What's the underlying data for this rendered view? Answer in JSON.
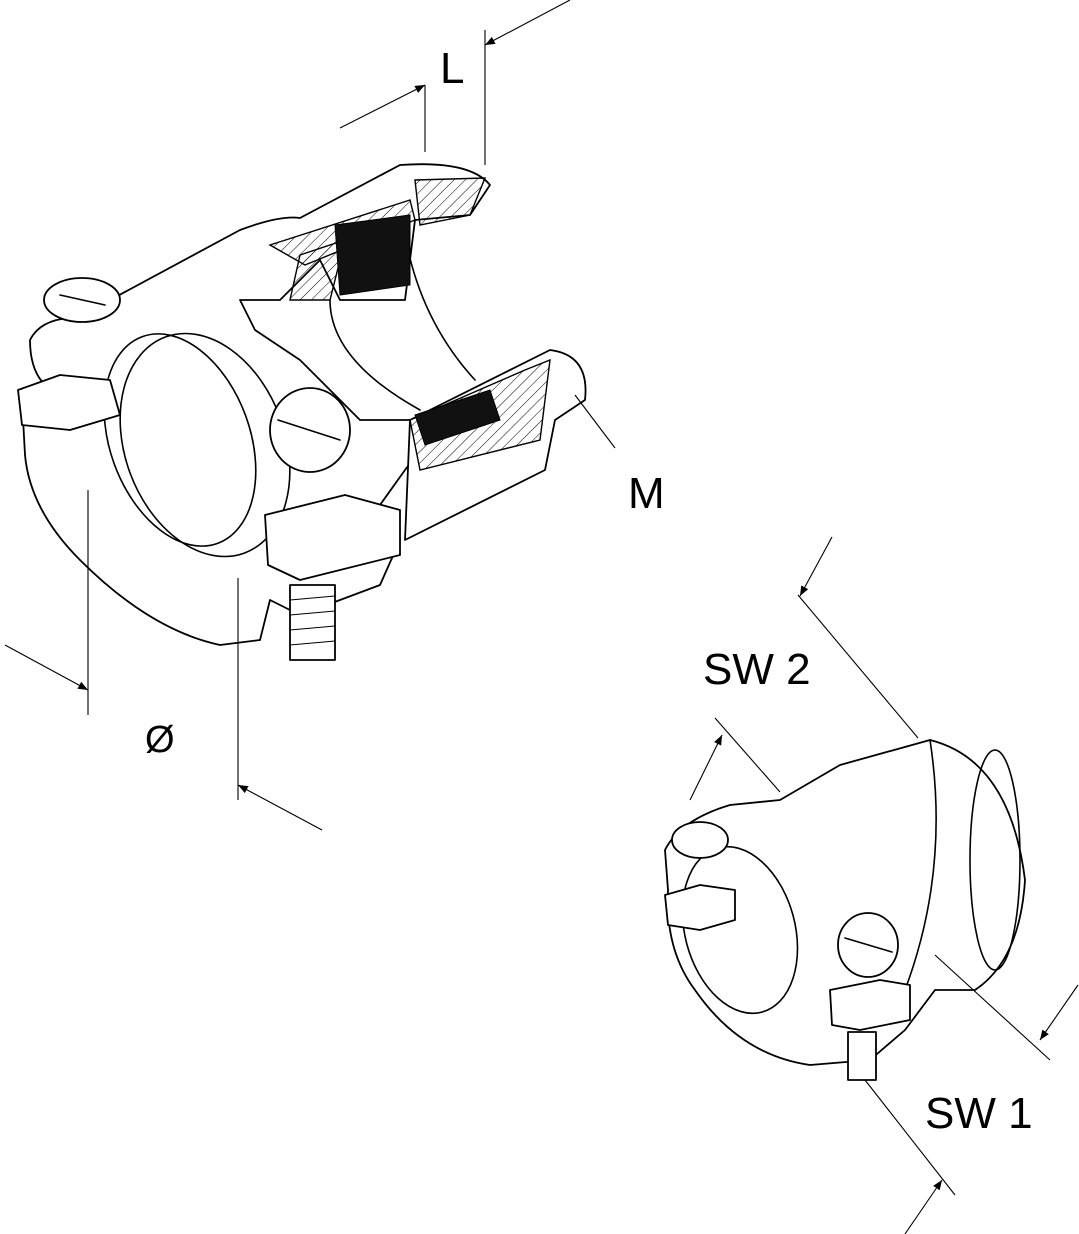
{
  "labels": {
    "length": "L",
    "thread": "M",
    "diameter": "Ø",
    "wrench_size_2": "SW 2",
    "wrench_size_1": "SW 1"
  }
}
